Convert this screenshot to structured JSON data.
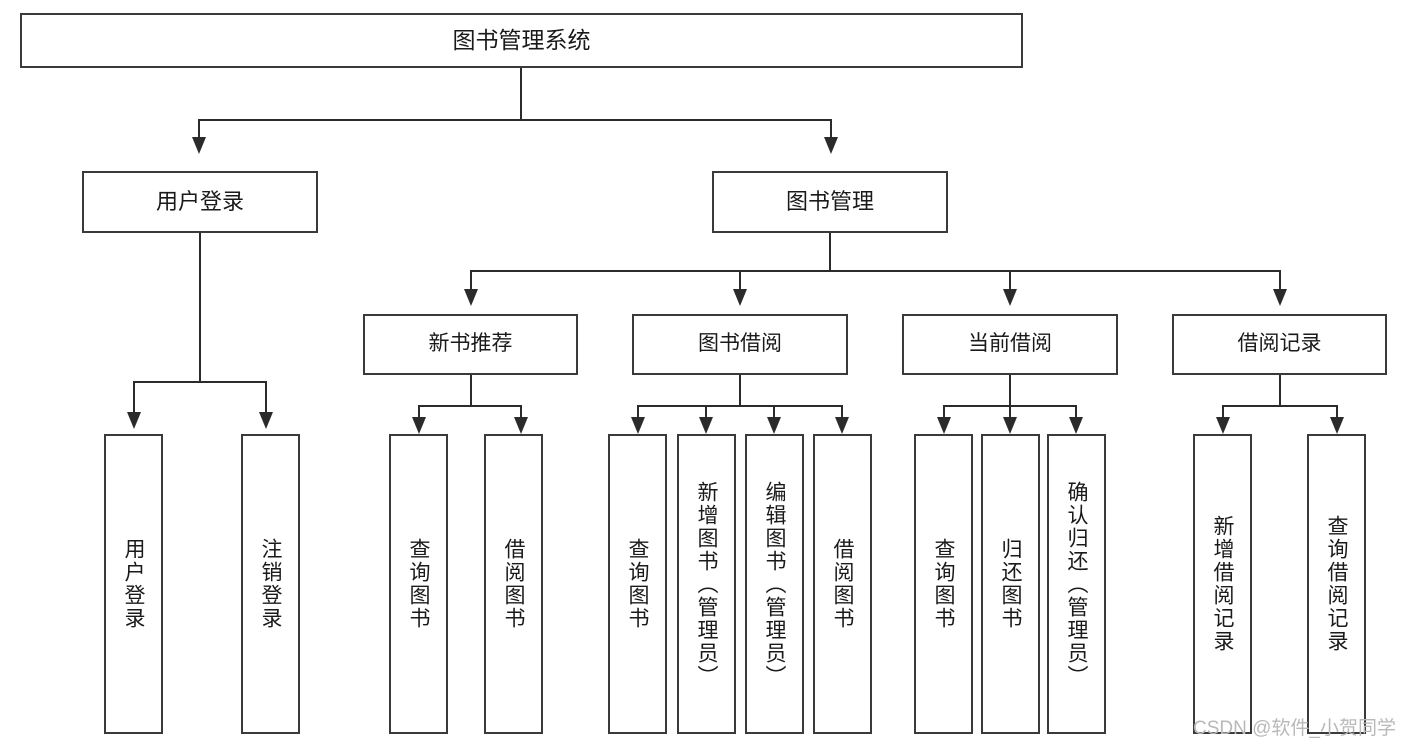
{
  "diagram": {
    "title_node": {
      "label": "图书管理系统"
    },
    "level2": [
      {
        "label": "用户登录"
      },
      {
        "label": "图书管理"
      }
    ],
    "level3": [
      {
        "label": "新书推荐"
      },
      {
        "label": "图书借阅"
      },
      {
        "label": "当前借阅"
      },
      {
        "label": "借阅记录"
      }
    ],
    "leaves": [
      {
        "label": "用户登录"
      },
      {
        "label": "注销登录"
      },
      {
        "label": "查询图书"
      },
      {
        "label": "借阅图书"
      },
      {
        "label": "查询图书"
      },
      {
        "label": "新增图书（管理员）"
      },
      {
        "label": "编辑图书（管理员）"
      },
      {
        "label": "借阅图书"
      },
      {
        "label": "查询图书"
      },
      {
        "label": "归还图书"
      },
      {
        "label": "确认归还（管理员）"
      },
      {
        "label": "新增借阅记录"
      },
      {
        "label": "查询借阅记录"
      }
    ]
  },
  "watermark": {
    "text": "CSDN @软件_小贺同学"
  },
  "colors": {
    "box_border": "#3a3a3a",
    "connector": "#2b2b2b",
    "text": "#1a1a1a",
    "background": "#ffffff",
    "watermark": "#b9b9b9"
  }
}
